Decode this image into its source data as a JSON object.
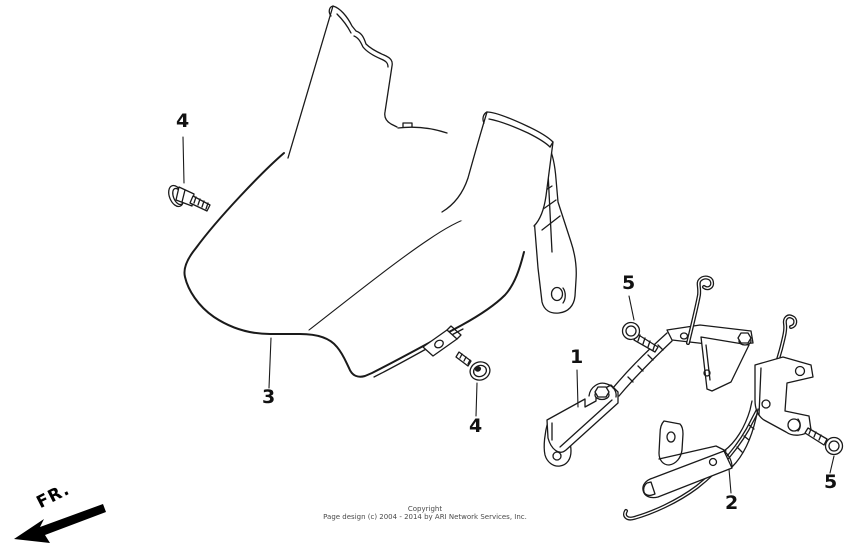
{
  "page": {
    "background": "#ffffff",
    "line_color": "#1a1a1a"
  },
  "part_labels": [
    {
      "id": "flange-bolt-top",
      "text": "4"
    },
    {
      "id": "front-fender",
      "text": "3"
    },
    {
      "id": "flat-screw-bottom",
      "text": "4"
    },
    {
      "id": "pan-screw-upper",
      "text": "5"
    },
    {
      "id": "bracket-one",
      "text": "1"
    },
    {
      "id": "bracket-two",
      "text": "2"
    },
    {
      "id": "pan-screw-right",
      "text": "5"
    }
  ],
  "fr_indicator": {
    "label": "FR."
  },
  "footer": {
    "line1": "Copyright",
    "line2": "Page design (c) 2004 - 2014 by ARI Network Services, Inc."
  }
}
